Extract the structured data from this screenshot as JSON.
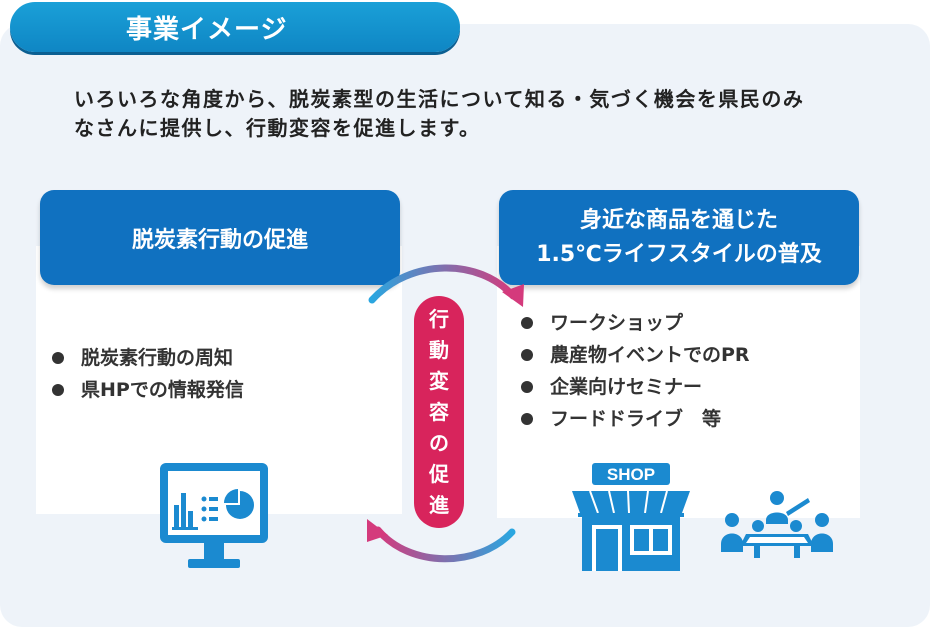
{
  "title": "事業イメージ",
  "intro": {
    "line1": "いろいろな角度から、脱炭素型の生活について知る・気づく機会を県民のみ",
    "line2": "なさんに提供し、行動変容を促進します。"
  },
  "left_card": {
    "title": "脱炭素行動の促進",
    "items": [
      "脱炭素行動の周知",
      "県HPでの情報発信"
    ]
  },
  "right_card": {
    "title_line1": "身近な商品を通じた",
    "title_line2": "1.5℃ライフスタイルの普及",
    "items": [
      "ワークショップ",
      "農産物イベントでのPR",
      "企業向けセミナー",
      "フードドライブ　等"
    ]
  },
  "center": {
    "chars": [
      "行",
      "動",
      "変",
      "容",
      "の",
      "促",
      "進"
    ]
  },
  "shop_sign": "SHOP",
  "colors": {
    "title_blue": "#1aa0d8",
    "card_blue": "#1071c0",
    "icon_blue": "#1b8ad0",
    "center_red": "#d8245c",
    "panel_bg": "#eef3f9"
  },
  "icons": [
    "monitor-chart-icon",
    "shop-icon",
    "meeting-people-icon",
    "cycle-arrow-icon"
  ]
}
